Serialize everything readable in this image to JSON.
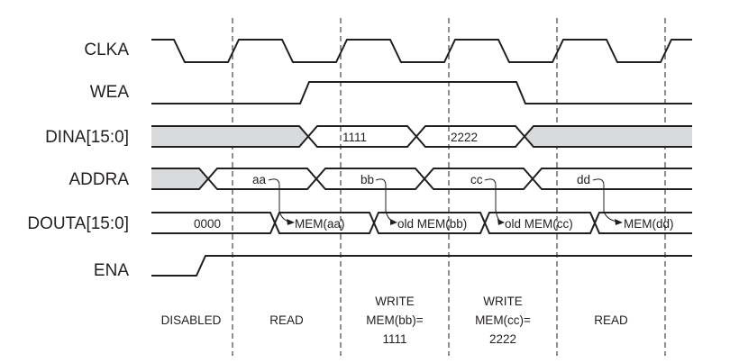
{
  "signals": {
    "clka": "CLKA",
    "wea": "WEA",
    "dina": "DINA[15:0]",
    "addra": "ADDRA",
    "douta": "DOUTA[15:0]",
    "ena": "ENA"
  },
  "dina_values": [
    "1111",
    "2222"
  ],
  "addra_values": [
    "aa",
    "bb",
    "cc",
    "dd"
  ],
  "douta_values": [
    "0000",
    "MEM(aa)",
    "old MEM(bb)",
    "old MEM(cc)",
    "MEM(dd)"
  ],
  "phases": {
    "disabled": "DISABLED",
    "read1": "READ",
    "write_bb": [
      "WRITE",
      "MEM(bb)=",
      "1111"
    ],
    "write_cc": [
      "WRITE",
      "MEM(cc)=",
      "2222"
    ],
    "read2": "READ"
  },
  "colors": {
    "line": "#231f20",
    "idle_shade": "#d9dadb"
  }
}
